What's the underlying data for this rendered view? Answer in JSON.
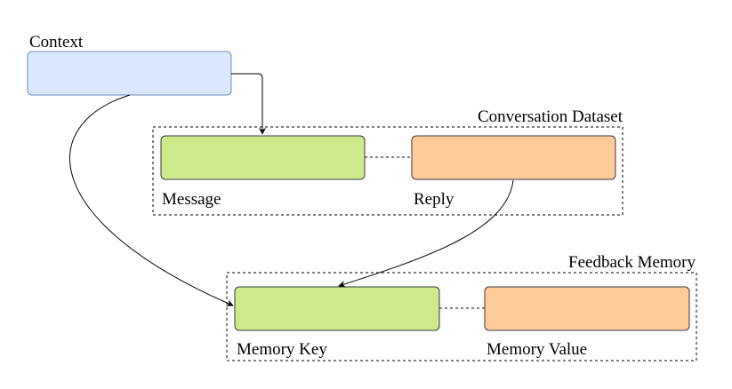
{
  "context": {
    "label": "Context",
    "fill": "#dae8fc",
    "stroke": "#6c8ebf"
  },
  "conversation_dataset": {
    "label": "Conversation Dataset",
    "message": {
      "label": "Message",
      "fill": "#cdeb8b",
      "stroke": "#36393d"
    },
    "reply": {
      "label": "Reply",
      "fill": "#ffcc99",
      "stroke": "#36393d"
    }
  },
  "feedback_memory": {
    "label": "Feedback Memory",
    "memory_key": {
      "label": "Memory Key",
      "fill": "#cdeb8b",
      "stroke": "#36393d"
    },
    "memory_value": {
      "label": "Memory Value",
      "fill": "#ffcc99",
      "stroke": "#36393d"
    }
  }
}
